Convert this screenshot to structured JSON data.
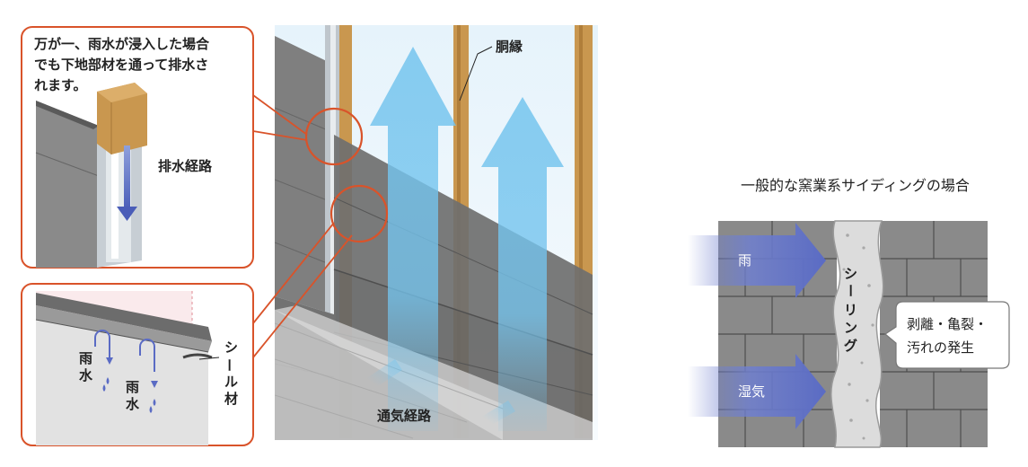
{
  "callout_top": {
    "lines": [
      "万が一、雨水が浸入した場合",
      "でも下地部材を通って排水さ",
      "れます。"
    ],
    "drain_label": "排水経路"
  },
  "callout_bottom": {
    "rain_1": [
      "雨",
      "水"
    ],
    "rain_2": [
      "雨",
      "水"
    ],
    "seal_label": [
      "シ",
      "ー",
      "ル",
      "材"
    ]
  },
  "main": {
    "furring_label": "胴縁",
    "airflow_label": "通気経路"
  },
  "right_panel": {
    "title": "一般的な窯業系サイディングの場合",
    "rain_label": "雨",
    "humidity_label": "湿気",
    "sealing_label": [
      "シ",
      "ー",
      "リ",
      "ン",
      "グ"
    ],
    "issue_box": [
      "剥離・亀裂・",
      "汚れの発生"
    ]
  },
  "colors": {
    "callout_border": "#d9532a",
    "wood": "#c9974f",
    "siding": "#7b7b7b",
    "air_arrow": "#74c4ee",
    "sealing_arrow": "#6f7fcf",
    "brick": "#8a8a8a"
  }
}
